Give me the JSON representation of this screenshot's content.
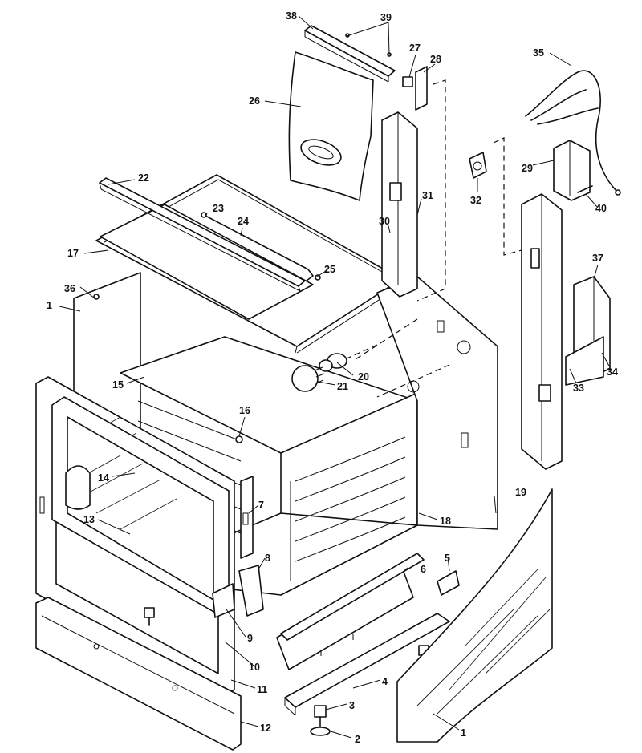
{
  "diagram": {
    "description_free": true,
    "callouts": [
      {
        "id": "c1a",
        "text": "1"
      },
      {
        "id": "c1b",
        "text": "1"
      },
      {
        "id": "c2",
        "text": "2"
      },
      {
        "id": "c3",
        "text": "3"
      },
      {
        "id": "c4",
        "text": "4"
      },
      {
        "id": "c5",
        "text": "5"
      },
      {
        "id": "c6",
        "text": "6"
      },
      {
        "id": "c7",
        "text": "7"
      },
      {
        "id": "c8",
        "text": "8"
      },
      {
        "id": "c9",
        "text": "9"
      },
      {
        "id": "c10",
        "text": "10"
      },
      {
        "id": "c11",
        "text": "11"
      },
      {
        "id": "c12",
        "text": "12"
      },
      {
        "id": "c13",
        "text": "13"
      },
      {
        "id": "c14",
        "text": "14"
      },
      {
        "id": "c15",
        "text": "15"
      },
      {
        "id": "c16",
        "text": "16"
      },
      {
        "id": "c17",
        "text": "17"
      },
      {
        "id": "c18",
        "text": "18"
      },
      {
        "id": "c19",
        "text": "19"
      },
      {
        "id": "c20",
        "text": "20"
      },
      {
        "id": "c21",
        "text": "21"
      },
      {
        "id": "c22",
        "text": "22"
      },
      {
        "id": "c23",
        "text": "23"
      },
      {
        "id": "c24",
        "text": "24"
      },
      {
        "id": "c25",
        "text": "25"
      },
      {
        "id": "c26",
        "text": "26"
      },
      {
        "id": "c27",
        "text": "27"
      },
      {
        "id": "c28",
        "text": "28"
      },
      {
        "id": "c29",
        "text": "29"
      },
      {
        "id": "c30",
        "text": "30"
      },
      {
        "id": "c31",
        "text": "31"
      },
      {
        "id": "c32",
        "text": "32"
      },
      {
        "id": "c33",
        "text": "33"
      },
      {
        "id": "c34",
        "text": "34"
      },
      {
        "id": "c35",
        "text": "35"
      },
      {
        "id": "c36",
        "text": "36"
      },
      {
        "id": "c37",
        "text": "37"
      },
      {
        "id": "c38",
        "text": "38"
      },
      {
        "id": "c39",
        "text": "39"
      },
      {
        "id": "c40",
        "text": "40"
      }
    ]
  }
}
